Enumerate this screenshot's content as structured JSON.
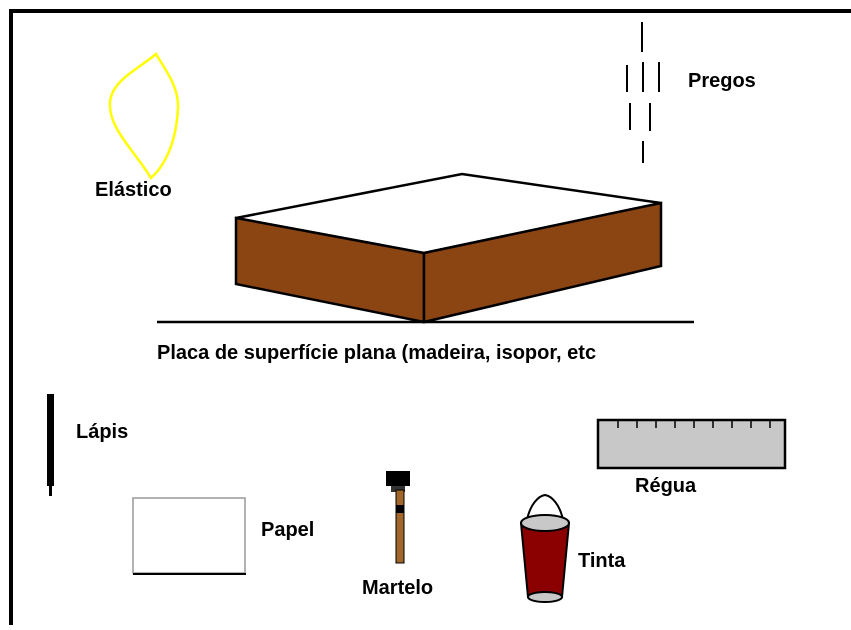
{
  "labels": {
    "elastico": "Elástico",
    "pregos": "Pregos",
    "placa": "Placa de superfície plana (madeira, isopor, etc",
    "lapis": "Lápis",
    "regua": "Régua",
    "papel": "Papel",
    "martelo": "Martelo",
    "tinta": "Tinta"
  },
  "icons": {
    "elastic": "rubber-band-icon",
    "nails": "nails-icon",
    "board": "flat-board-icon",
    "pencil": "pencil-icon",
    "ruler": "ruler-icon",
    "paper": "paper-icon",
    "hammer": "hammer-icon",
    "paint": "paint-bucket-icon"
  },
  "colors": {
    "elastic": "#ffff00",
    "board_side": "#8b4513",
    "ruler": "#c8c8c8",
    "paint": "#8b0000",
    "hammer_handle": "#a0662a"
  }
}
